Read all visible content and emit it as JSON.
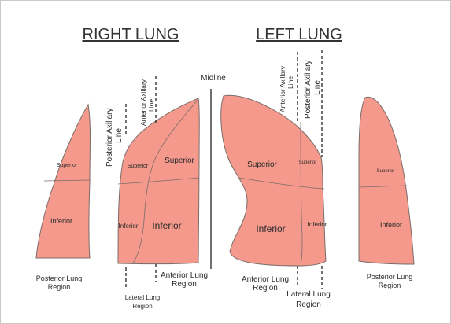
{
  "titles": {
    "right": "RIGHT LUNG",
    "left": "LEFT LUNG"
  },
  "lines": {
    "midline": "Midline",
    "right_anterior_axillary": [
      "Anterior Axillary",
      "Line"
    ],
    "right_posterior_axillary": [
      "Posterior Axillary",
      "Line"
    ],
    "left_anterior_axillary": [
      "Anterior Axillary",
      "Line"
    ],
    "left_posterior_axillary": [
      "Posterior Axillary",
      "Line"
    ]
  },
  "lobes": {
    "r_post_superior": "Superior",
    "r_post_inferior": "Inferior",
    "r_lat_superior": "Superior",
    "r_lat_inferior": "Inferior",
    "r_ant_superior": "Superior",
    "r_ant_inferior": "Inferior",
    "l_ant_superior": "Superior",
    "l_ant_inferior": "Inferior",
    "l_lat_superior": "Superior",
    "l_lat_inferior": "Inferior",
    "l_post_superior": "Superior",
    "l_post_inferior": "Inferior"
  },
  "regions": {
    "right_posterior": [
      "Posterior Lung",
      "Region"
    ],
    "right_lateral": [
      "Lateral Lung",
      "Region"
    ],
    "right_anterior": [
      "Anterior Lung",
      "Region"
    ],
    "left_anterior": [
      "Anterior Lung",
      "Region"
    ],
    "left_lateral": [
      "Lateral Lung",
      "Region"
    ],
    "left_posterior": [
      "Posterior Lung",
      "Region"
    ]
  },
  "colors": {
    "lung_fill": "#f4998b",
    "outline": "#7a6d6a"
  }
}
